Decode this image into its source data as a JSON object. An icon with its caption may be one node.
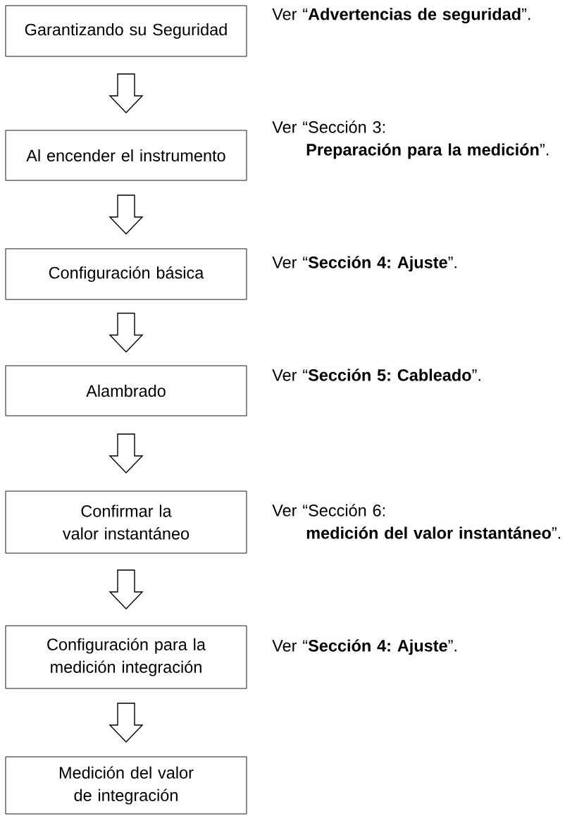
{
  "diagram": {
    "nodes": [
      {
        "text": [
          "Garantizando su Seguridad"
        ],
        "beside": [
          "Ver “**Advertencias de seguridad**”."
        ]
      },
      {
        "text": [
          "Al encender el instrumento"
        ],
        "beside": [
          "Ver “Sección 3: **Preparación para la medición**”."
        ]
      },
      {
        "text": [
          "Configuración básica"
        ],
        "beside": [
          "Ver “**Sección 4: Ajuste**”."
        ]
      },
      {
        "text": [
          "Alambrado"
        ],
        "beside": [
          "Ver “**Sección 5: Cableado**”."
        ]
      },
      {
        "text": [
          "Confirmar la valor instantáneo"
        ],
        "beside": [
          "Ver “Sección 6: **medición del valor instantáneo**”."
        ]
      },
      {
        "text": [
          "Configuración para la medición integración"
        ],
        "beside": [
          "Ver “**Sección 4: Ajuste**”."
        ]
      },
      {
        "text": [
          "Medición del valor de integración"
        ]
      }
    ],
    "edges": [
      {
        "from": 0,
        "to": 1,
        "arrow": "to"
      },
      {
        "from": 1,
        "to": 2,
        "arrow": "to"
      },
      {
        "from": 2,
        "to": 3,
        "arrow": "to"
      },
      {
        "from": 3,
        "to": 4,
        "arrow": "to"
      },
      {
        "from": 4,
        "to": 5,
        "arrow": "to"
      },
      {
        "from": 5,
        "to": 6,
        "arrow": "to"
      }
    ]
  }
}
